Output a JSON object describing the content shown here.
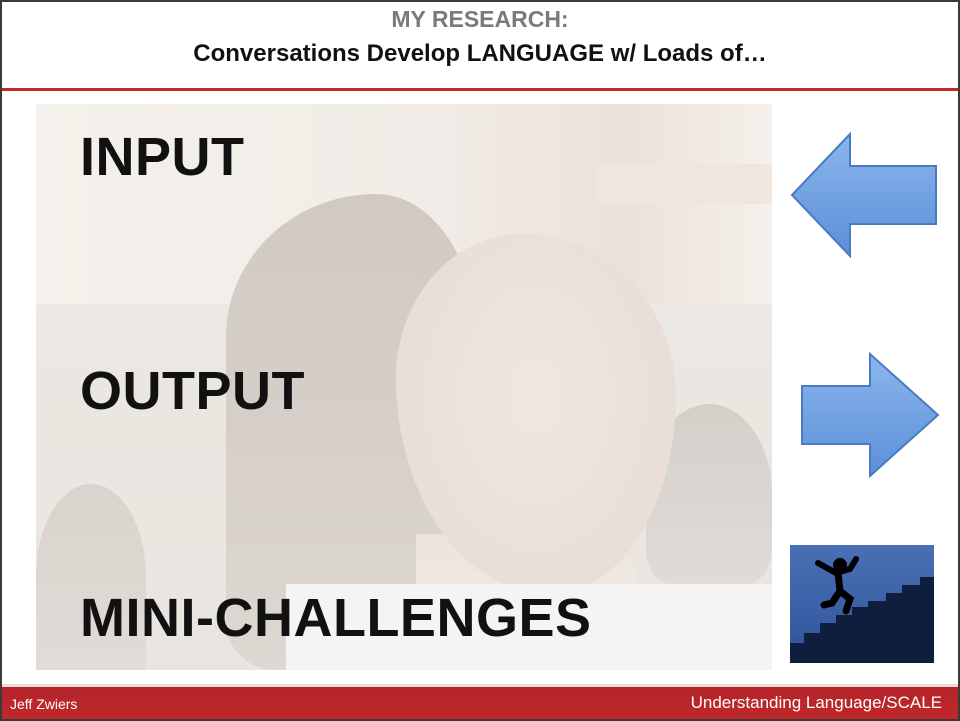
{
  "header": {
    "subtitle": "MY RESEARCH:",
    "title": "Conversations Develop LANGUAGE w/ Loads of…"
  },
  "content": {
    "items": [
      {
        "label": "INPUT",
        "icon": "arrow-left-icon"
      },
      {
        "label": "OUTPUT",
        "icon": "arrow-right-icon"
      },
      {
        "label": "MINI-CHALLENGES",
        "icon": "climbing-figure-icon"
      }
    ]
  },
  "footer": {
    "author": "Jeff Zwiers",
    "organization": "Understanding Language/SCALE"
  },
  "colors": {
    "accent": "#c0282a",
    "arrow_fill": "#6fa0e0",
    "arrow_stroke": "#4a7bbf",
    "tile": "#3a5fa6"
  }
}
